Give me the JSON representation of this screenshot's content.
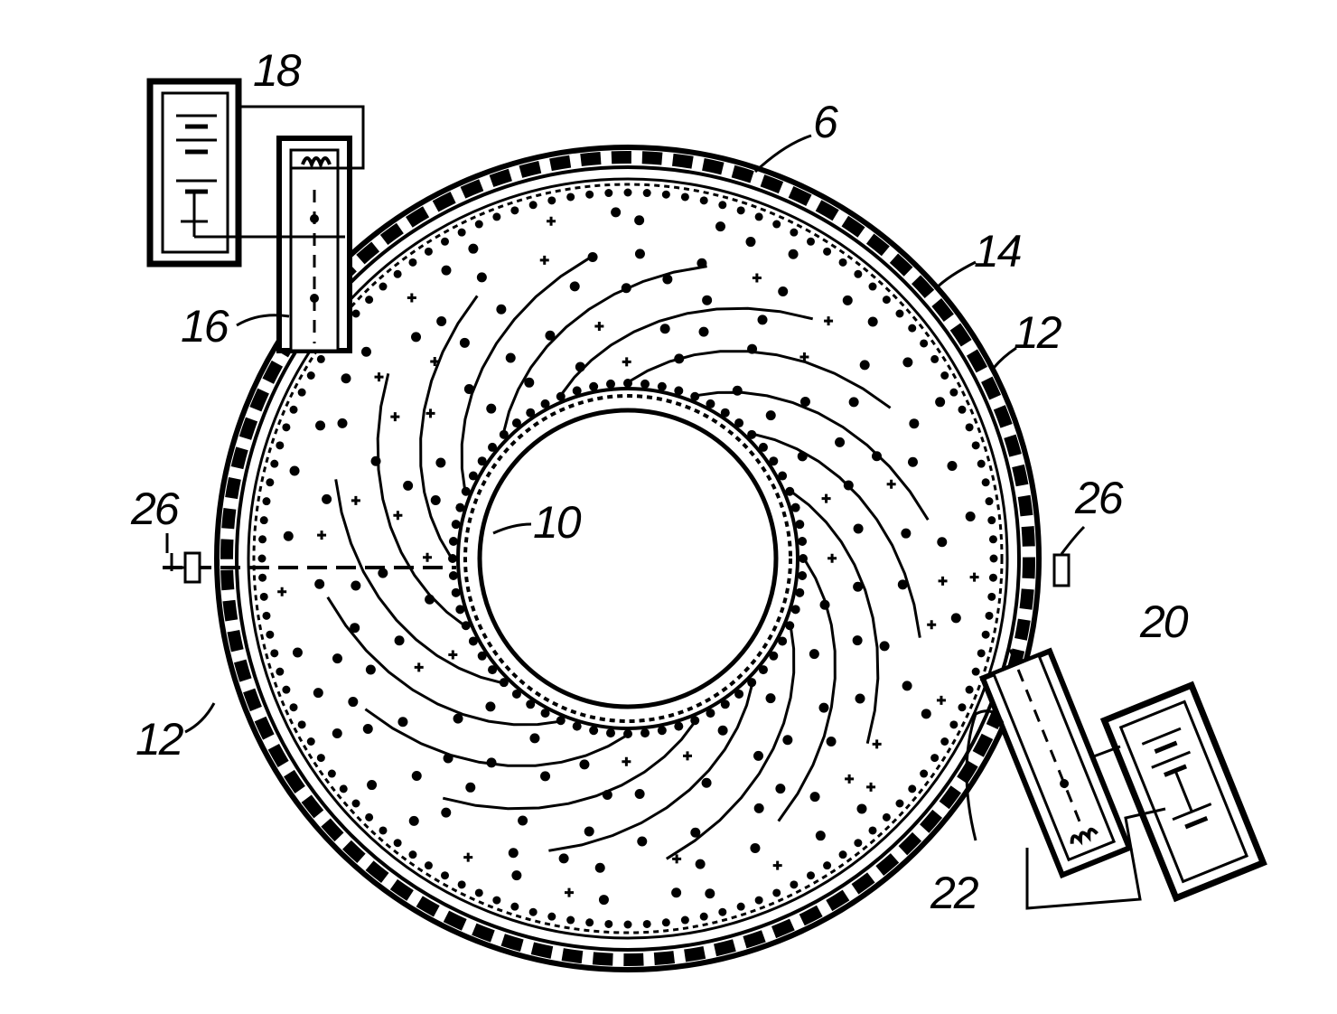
{
  "figure": {
    "ink_color": "#000000",
    "background_color": "#ffffff",
    "labels": {
      "housing": "6",
      "inner_electrode": "10",
      "outer_wall_left": "12",
      "outer_wall_right": "12",
      "outer_shell": "14",
      "electron_source_top": "16",
      "power_supply_top": "18",
      "power_supply_bottom": "20",
      "electron_source_bottom": "22",
      "support_left": "26",
      "support_right": "26"
    }
  }
}
